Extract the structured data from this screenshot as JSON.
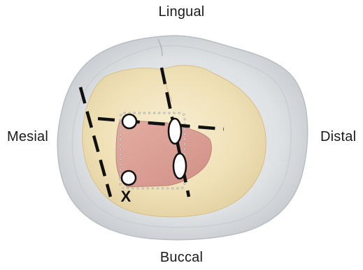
{
  "labels": {
    "top": "Lingual",
    "bottom": "Buccal",
    "left": "Mesial",
    "right": "Distal"
  },
  "markers": {
    "cross": "X"
  },
  "colors": {
    "enamel_shell": "#d9dde0",
    "crown": "#f0e3bd",
    "preparation": "#d99a92",
    "guide_lines": "#111111",
    "outline_dots": "#999999",
    "contacts": "#ffffff"
  }
}
